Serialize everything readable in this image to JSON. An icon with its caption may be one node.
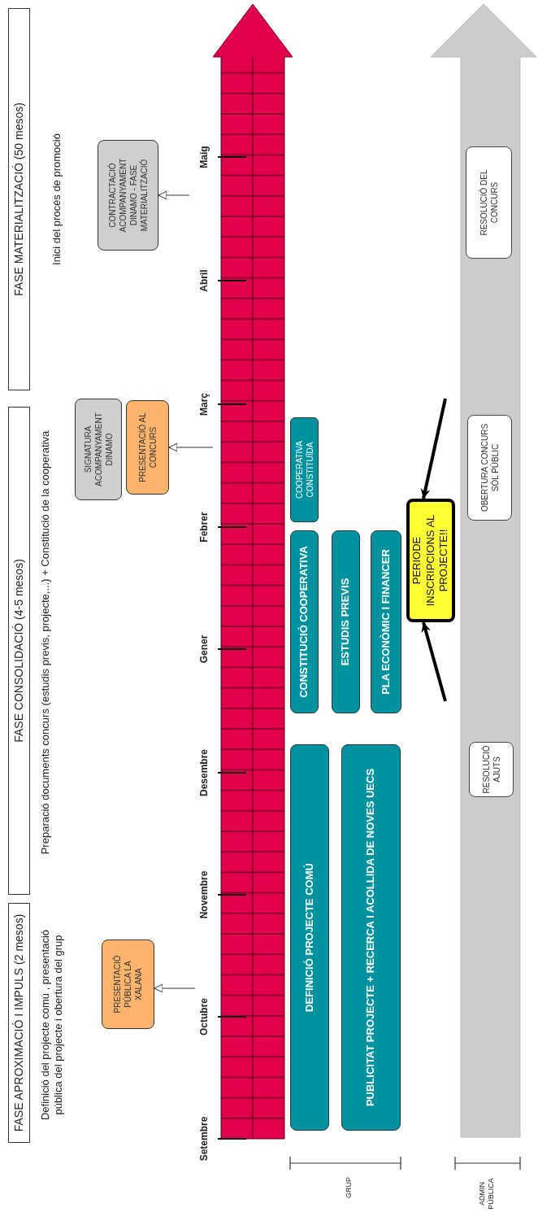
{
  "diagram": {
    "nodes": [
      {
        "text": [
          "FASE APROXIMACIÓ I IMPULS (2 mesos)"
        ]
      },
      {
        "text": [
          "FASE CONSOLIDACIÓ (4-5 mesos)"
        ]
      },
      {
        "text": [
          "FASE MATERIALITZACIÓ (50 mesos)"
        ]
      },
      {
        "text": [
          "PRESENTACIÓ PÚBLICA LA XALANA"
        ]
      },
      {
        "text": [
          "SIGNATURA ACOMPANYAMENT DINAMO"
        ]
      },
      {
        "text": [
          "PRESENTACIÓ AL CONCURS"
        ]
      },
      {
        "text": [
          "CONTRACTACIÓ ACOMPANYAMENT DINAMO - FASE MATERIALITZACIÓ"
        ]
      },
      {
        "text": [
          "DEFINICIÓ PROJECTE COMÚ"
        ]
      },
      {
        "text": [
          "PUBLICITAT PROJECTE + RECERCA I ACOLLIDA DE NOVES UECS"
        ]
      },
      {
        "text": [
          "CONSTITUCIÓ COOPERATIVA"
        ]
      },
      {
        "text": [
          "ESTUDIS PREVIS"
        ]
      },
      {
        "text": [
          "PLA ECONÒMIC I FINANCER"
        ]
      },
      {
        "text": [
          "COOPERATIVA CONSTITUÏDA"
        ]
      },
      {
        "text": [
          "PERIODE INSCRIPCIONS AL PROJECTE!!"
        ]
      },
      {
        "text": [
          "RESOLUCIÓ AJUTS"
        ]
      },
      {
        "text": [
          "OBERTURA CONCURS SÒL PÚBLIC"
        ]
      },
      {
        "text": [
          "RESOLUCIÓ DEL CONCURS"
        ]
      }
    ],
    "edges": [
      {
        "from": null,
        "to": 3,
        "arrow": "to"
      },
      {
        "from": null,
        "to": 5,
        "arrow": "to"
      },
      {
        "from": null,
        "to": 6,
        "arrow": "to"
      },
      {
        "from": null,
        "to": 13,
        "arrow": "to",
        "style": "thick"
      },
      {
        "from": null,
        "to": 13,
        "arrow": "to",
        "style": "thick"
      }
    ],
    "labels": [
      "Definició del projecte comú , presentació pública del projecte i obertura del grup",
      "Preparació documents concurs (estudis previs, projecte,...) + Constitució de la cooperativa",
      "Inici del procés de promoció",
      "Setembre",
      "Octubre",
      "Novembre",
      "Desembre",
      "Gener",
      "Febrer",
      "Març",
      "Abril",
      "Maig",
      "GRUP",
      "ADMIN PÚBLICA"
    ]
  }
}
